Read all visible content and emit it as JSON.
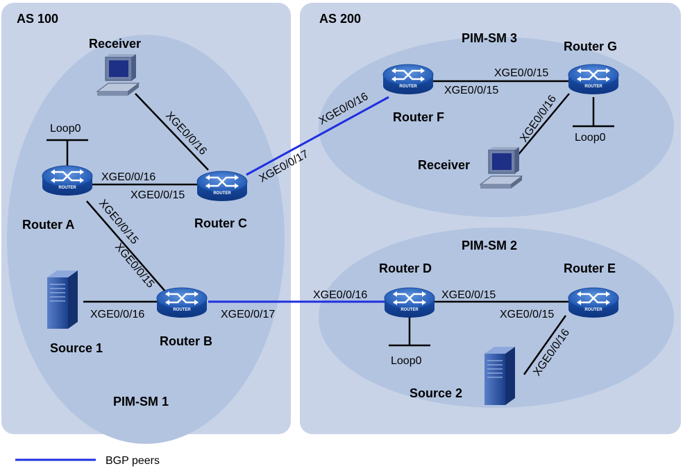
{
  "as_areas": [
    {
      "id": "as100",
      "label": "AS 100"
    },
    {
      "id": "as200",
      "label": "AS 200"
    }
  ],
  "pim_domains": [
    {
      "id": "pim1",
      "label": "PIM-SM 1"
    },
    {
      "id": "pim2",
      "label": "PIM-SM 2"
    },
    {
      "id": "pim3",
      "label": "PIM-SM 3"
    }
  ],
  "router_icon_text": "ROUTER",
  "routers": [
    {
      "id": "A",
      "label": "Router A"
    },
    {
      "id": "B",
      "label": "Router B"
    },
    {
      "id": "C",
      "label": "Router C"
    },
    {
      "id": "D",
      "label": "Router D"
    },
    {
      "id": "E",
      "label": "Router E"
    },
    {
      "id": "F",
      "label": "Router F"
    },
    {
      "id": "G",
      "label": "Router G"
    }
  ],
  "hosts": [
    {
      "id": "receiver1",
      "label": "Receiver"
    },
    {
      "id": "receiver2",
      "label": "Receiver"
    },
    {
      "id": "source1",
      "label": "Source 1"
    },
    {
      "id": "source2",
      "label": "Source 2"
    }
  ],
  "loopbacks": [
    {
      "id": "A",
      "label": "Loop0"
    },
    {
      "id": "D",
      "label": "Loop0"
    },
    {
      "id": "G",
      "label": "Loop0"
    }
  ],
  "interfaces": [
    "XGE0/0/16",
    "XGE0/0/15",
    "XGE0/0/15",
    "XGE0/0/15",
    "XGE0/0/16",
    "XGE0/0/16",
    "XGE0/0/17",
    "XGE0/0/16",
    "XGE0/0/17",
    "XGE0/0/16",
    "XGE0/0/15",
    "XGE0/0/15",
    "XGE0/0/16",
    "XGE0/0/15",
    "XGE0/0/15",
    "XGE0/0/16"
  ],
  "legend": {
    "bgp_label": "BGP peers",
    "bgp_color": "#1f2fe0"
  },
  "colors": {
    "as_area": "#c8d3e8",
    "pim_domain": "#b3c4e0",
    "router": "#2a62b8"
  }
}
